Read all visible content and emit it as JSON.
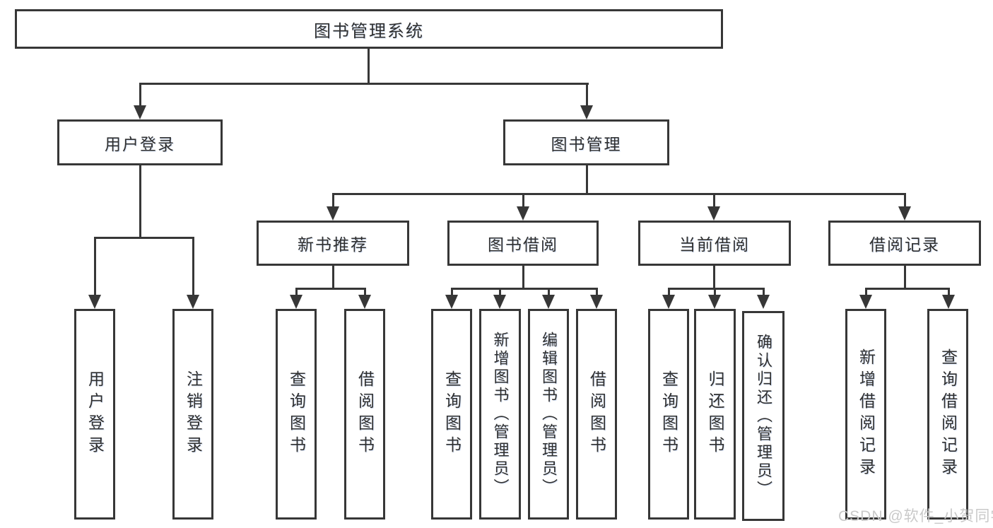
{
  "diagram": {
    "root": {
      "label": "图书管理系统"
    },
    "branches": [
      {
        "label": "用户登录",
        "children": [
          {
            "label": "用户登录"
          },
          {
            "label": "注销登录"
          }
        ]
      },
      {
        "label": "图书管理",
        "children": [
          {
            "label": "新书推荐",
            "children": [
              {
                "label": "查询图书"
              },
              {
                "label": "借阅图书"
              }
            ]
          },
          {
            "label": "图书借阅",
            "children": [
              {
                "label": "查询图书"
              },
              {
                "label": "新增图书（管理员）"
              },
              {
                "label": "编辑图书（管理员）"
              },
              {
                "label": "借阅图书"
              }
            ]
          },
          {
            "label": "当前借阅",
            "children": [
              {
                "label": "查询图书"
              },
              {
                "label": "归还图书"
              },
              {
                "label": "确认归还（管理员）"
              }
            ]
          },
          {
            "label": "借阅记录",
            "children": [
              {
                "label": "新增借阅记录"
              },
              {
                "label": "查询借阅记录"
              }
            ]
          }
        ]
      }
    ],
    "watermark": "CSDN @软件_小贺同学",
    "colors": {
      "line": "#373737",
      "text": "#2f2f2f",
      "watermark": "#c9c9c9",
      "background": "#ffffff"
    }
  }
}
